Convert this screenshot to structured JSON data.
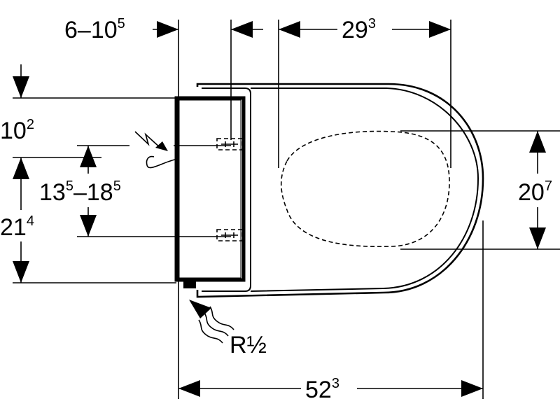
{
  "diagram": {
    "dimensions": {
      "top_left": {
        "main": "6–10",
        "sup": "5"
      },
      "top_right": {
        "main": "29",
        "sup": "3"
      },
      "left_upper": {
        "main": "10",
        "sup": "2"
      },
      "left_middle_a": {
        "main": "13",
        "sup": "5"
      },
      "left_middle_b": {
        "main": "–18",
        "sup": "5"
      },
      "left_lower": {
        "main": "21",
        "sup": "4"
      },
      "right_height": {
        "main": "20",
        "sup": "7"
      },
      "bottom_length": {
        "main": "52",
        "sup": "3"
      },
      "water_connection": "R½"
    },
    "icons": {
      "electric": "lightning-icon",
      "water": "water-inflow-icon"
    }
  }
}
